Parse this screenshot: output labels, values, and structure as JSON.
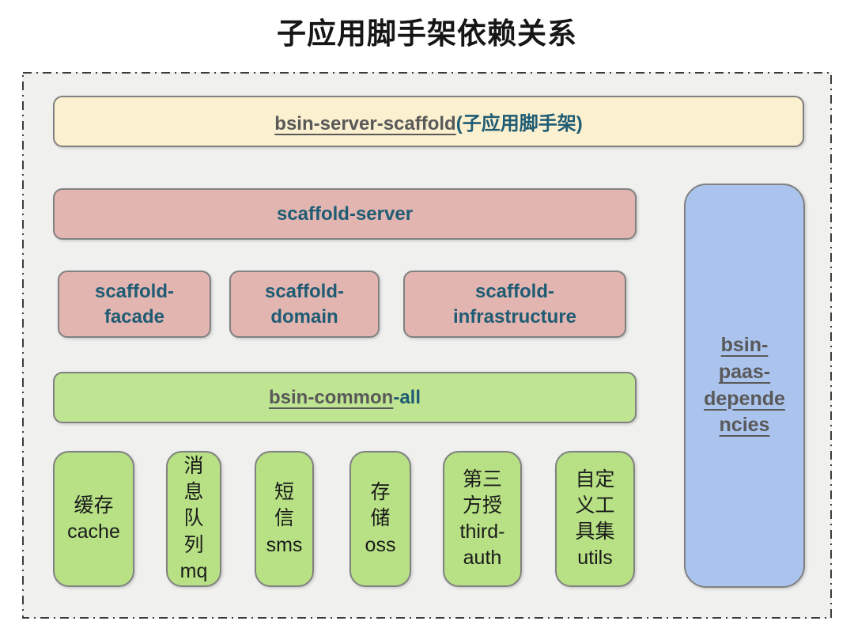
{
  "title": "子应用脚手架依赖关系",
  "colors": {
    "container_bg": "#f0f0ef",
    "root_fill": "#fbf0cf",
    "scaffold_fill": "#e2b5b1",
    "common_fill": "#bfe593",
    "component_fill": "#b7e184",
    "paas_fill": "#abc4ee",
    "box_border": "#818181",
    "teal_text": "#1f5c73",
    "gray_text": "#595959",
    "black_text": "#1a1a1a"
  },
  "diagram": {
    "root": {
      "name": "bsin-server-scaffold",
      "suffix": "(子应用脚手架)"
    },
    "server": {
      "label": "scaffold-server"
    },
    "layers": [
      {
        "id": "scaffold-facade",
        "lines": [
          "scaffold-",
          "facade"
        ]
      },
      {
        "id": "scaffold-domain",
        "lines": [
          "scaffold-",
          "domain"
        ]
      },
      {
        "id": "scaffold-infrastructure",
        "lines": [
          "scaffold-",
          "infrastructure"
        ]
      }
    ],
    "common": {
      "name": "bsin-common",
      "suffix": "-all"
    },
    "components": [
      {
        "id": "cache",
        "lines": [
          "缓存",
          "cache"
        ]
      },
      {
        "id": "mq",
        "lines": [
          "消",
          "息",
          "队",
          "列",
          "mq"
        ]
      },
      {
        "id": "sms",
        "lines": [
          "短",
          "信",
          "sms"
        ]
      },
      {
        "id": "oss",
        "lines": [
          "存",
          "储",
          "oss"
        ]
      },
      {
        "id": "third-auth",
        "lines": [
          "第三",
          "方授",
          "third-",
          "auth"
        ]
      },
      {
        "id": "utils",
        "lines": [
          "自定",
          "义工",
          "具集",
          "utils"
        ]
      }
    ],
    "paas": {
      "lines": [
        "bsin-",
        "paas-",
        "depende",
        "ncies"
      ]
    }
  }
}
